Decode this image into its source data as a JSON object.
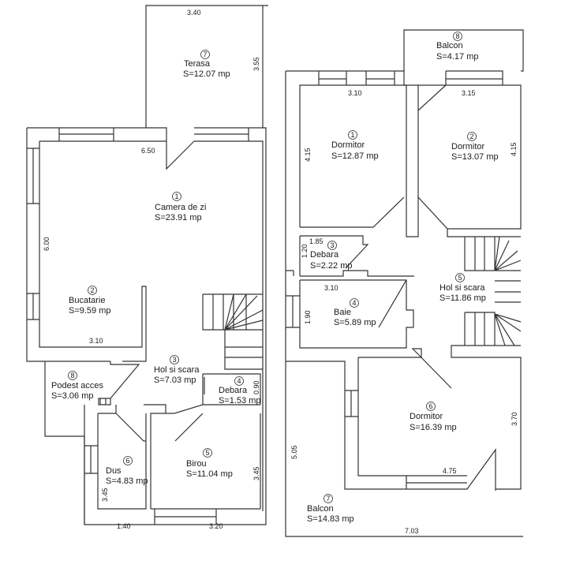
{
  "ground_floor": {
    "rooms": [
      {
        "num": "1",
        "name": "Camera de zi",
        "area": "S=23.91 mp"
      },
      {
        "num": "2",
        "name": "Bucatarie",
        "area": "S=9.59 mp"
      },
      {
        "num": "3",
        "name": "Hol si scara",
        "area": "S=7.03 mp"
      },
      {
        "num": "4",
        "name": "Debara",
        "area": "S=1.53 mp"
      },
      {
        "num": "5",
        "name": "Birou",
        "area": "S=11.04 mp"
      },
      {
        "num": "6",
        "name": "Dus",
        "area": "S=4.83 mp"
      },
      {
        "num": "7",
        "name": "Terasa",
        "area": "S=12.07 mp"
      },
      {
        "num": "8",
        "name": "Podest acces",
        "area": "S=3.06 mp"
      }
    ],
    "dimensions": [
      "3.40",
      "3.55",
      "6.50",
      "6.00",
      "3.10",
      "0.90",
      "3.45",
      "1.40",
      "3.45",
      "3.20"
    ]
  },
  "upper_floor": {
    "rooms": [
      {
        "num": "1",
        "name": "Dormitor",
        "area": "S=12.87 mp"
      },
      {
        "num": "2",
        "name": "Dormitor",
        "area": "S=13.07 mp"
      },
      {
        "num": "3",
        "name": "Debara",
        "area": "S=2.22 mp"
      },
      {
        "num": "4",
        "name": "Baie",
        "area": "S=5.89 mp"
      },
      {
        "num": "5",
        "name": "Hol si scara",
        "area": "S=11.86 mp"
      },
      {
        "num": "6",
        "name": "Dormitor",
        "area": "S=16.39 mp"
      },
      {
        "num": "7",
        "name": "Balcon",
        "area": "S=14.83 mp"
      },
      {
        "num": "8",
        "name": "Balcon",
        "area": "S=4.17 mp"
      }
    ],
    "dimensions": [
      "3.10",
      "3.15",
      "4.15",
      "4.15",
      "1.85",
      "1.20",
      "3.10",
      "1.90",
      "3.70",
      "4.75",
      "5.05",
      "7.03"
    ]
  }
}
